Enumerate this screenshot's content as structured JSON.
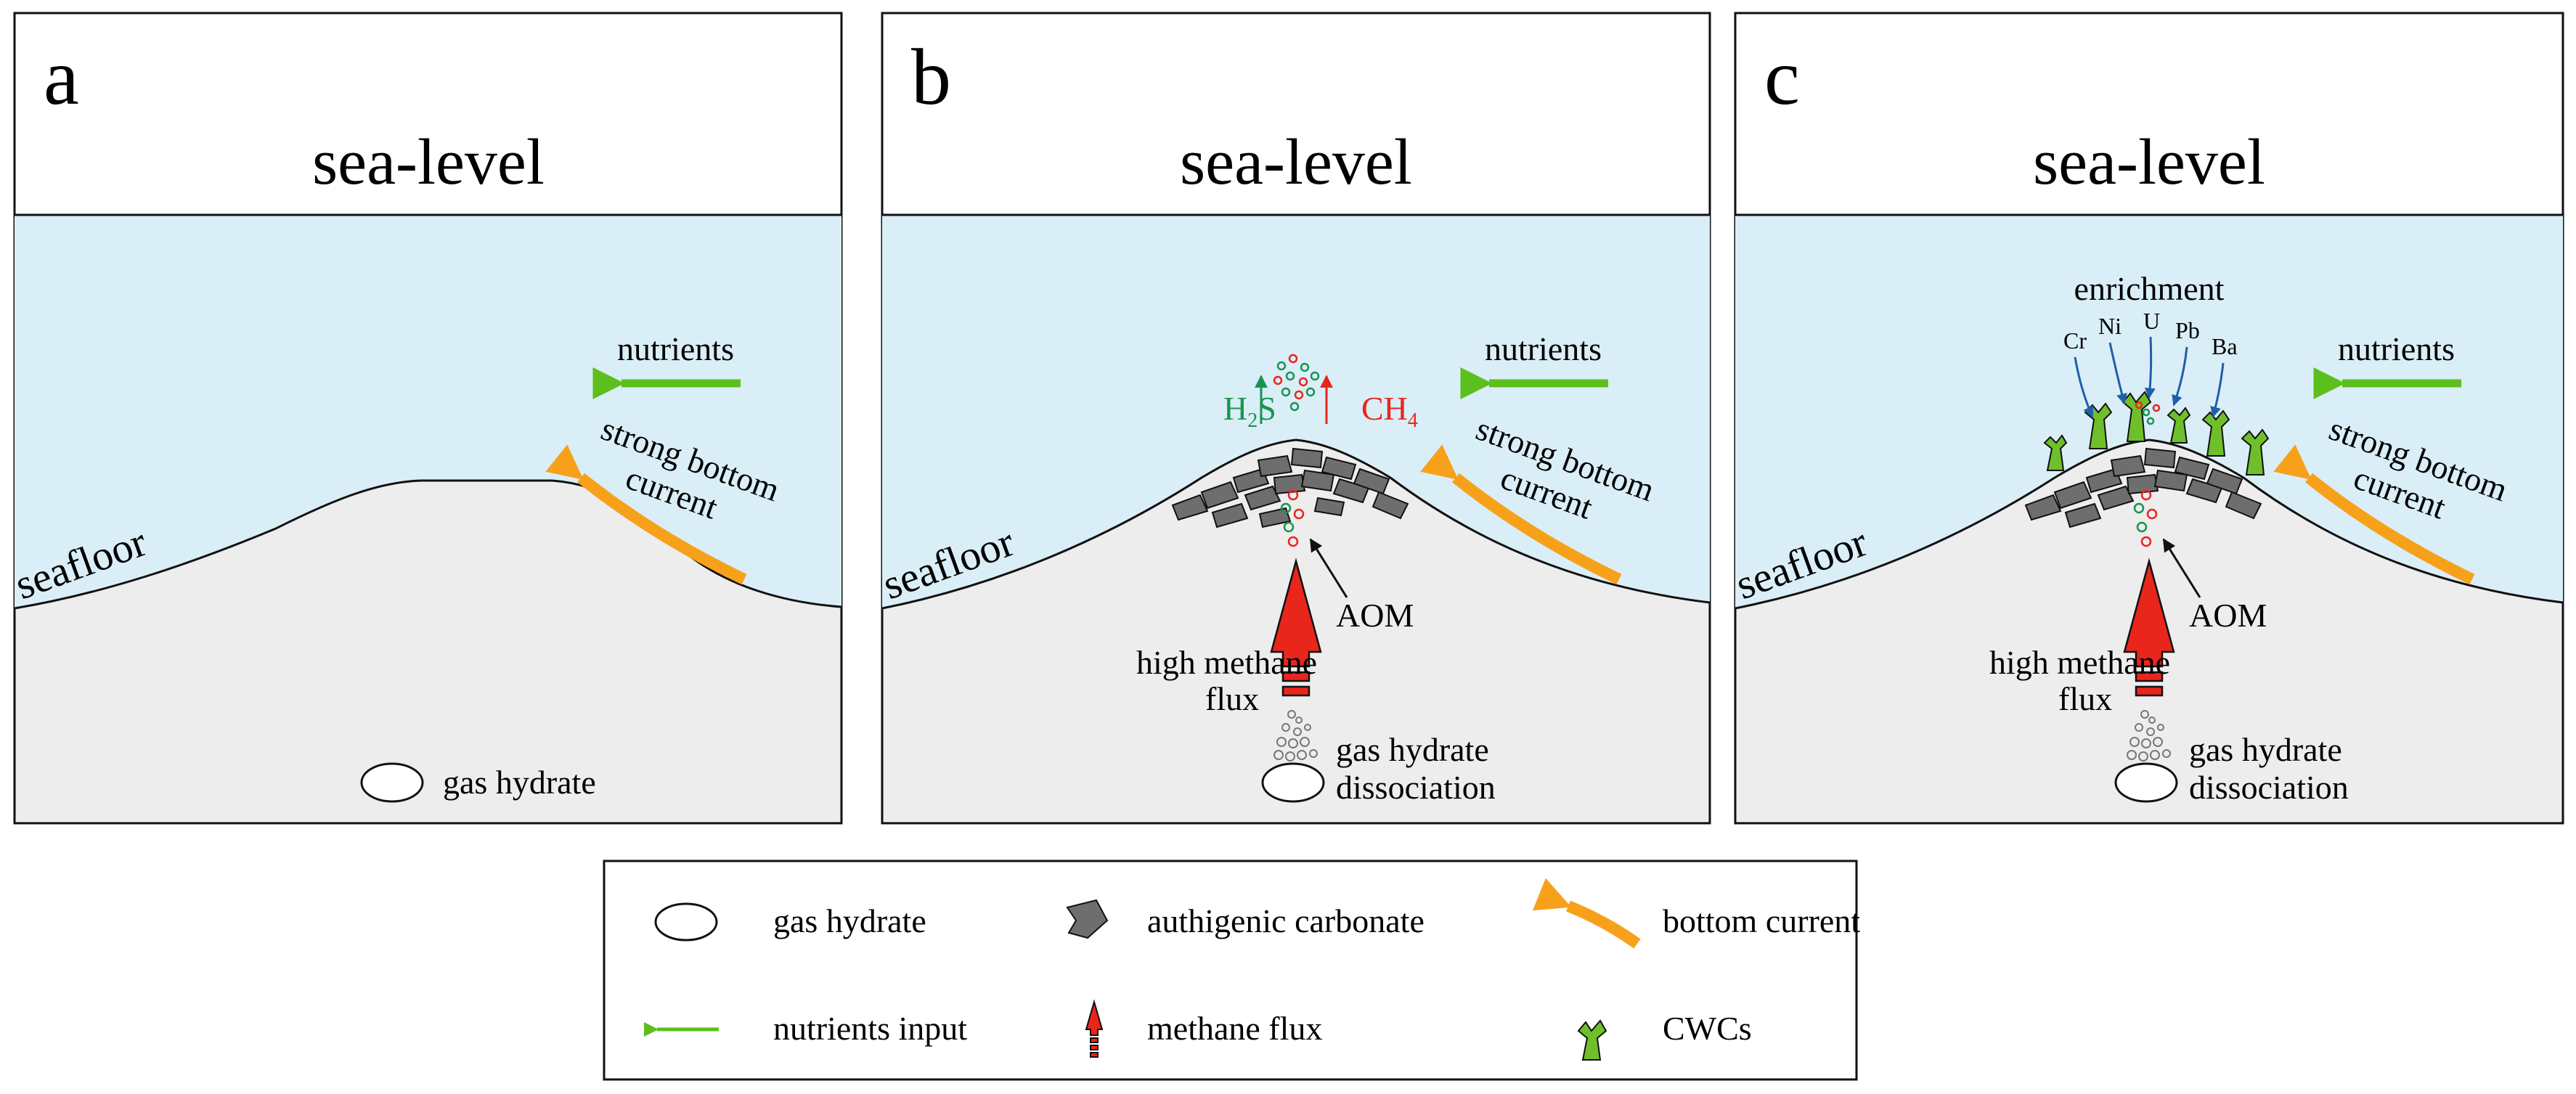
{
  "colors": {
    "water": "#daeef7",
    "sediment": "#ededed",
    "hydrate_fill": "#ffffff",
    "carbonate": "#6e6e6e",
    "nutrient_arrow": "#5cbf1e",
    "current_arrow": "#f7a11b",
    "methane_arrow": "#e8261c",
    "h2s_text": "#1a9350",
    "ch4_text": "#e8261c",
    "element_arrow": "#1f5fa8",
    "cwc": "#6fbf2a"
  },
  "panels": [
    {
      "id": "a",
      "label": "a",
      "sea_level": "sea-level",
      "seafloor": "seafloor",
      "nutrients": "nutrients",
      "current_lines": [
        "strong bottom",
        "current"
      ],
      "hydrate": "gas hydrate"
    },
    {
      "id": "b",
      "label": "b",
      "sea_level": "sea-level",
      "seafloor": "seafloor",
      "nutrients": "nutrients",
      "current_lines": [
        "strong bottom",
        "current"
      ],
      "h2s": "H",
      "h2s_sub": "2",
      "h2s_tail": "S",
      "ch4": "CH",
      "ch4_sub": "4",
      "aom": "AOM",
      "flux_lines": [
        "high methane",
        "flux"
      ],
      "hydrate_lines": [
        "gas hydrate",
        "dissociation"
      ]
    },
    {
      "id": "c",
      "label": "c",
      "sea_level": "sea-level",
      "seafloor": "seafloor",
      "nutrients": "nutrients",
      "current_lines": [
        "strong bottom",
        "current"
      ],
      "enrichment": "enrichment",
      "elements": [
        "Cr",
        "Ni",
        "U",
        "Pb",
        "Ba"
      ],
      "aom": "AOM",
      "flux_lines": [
        "high methane",
        "flux"
      ],
      "hydrate_lines": [
        "gas hydrate",
        "dissociation"
      ]
    }
  ],
  "legend": [
    {
      "icon": "gas-hydrate",
      "label": "gas hydrate"
    },
    {
      "icon": "authigenic-carbonate",
      "label": "authigenic carbonate"
    },
    {
      "icon": "bottom-current",
      "label": "bottom current"
    },
    {
      "icon": "nutrients-input",
      "label": "nutrients input"
    },
    {
      "icon": "methane-flux",
      "label": "methane flux"
    },
    {
      "icon": "cwcs",
      "label": "CWCs"
    }
  ]
}
